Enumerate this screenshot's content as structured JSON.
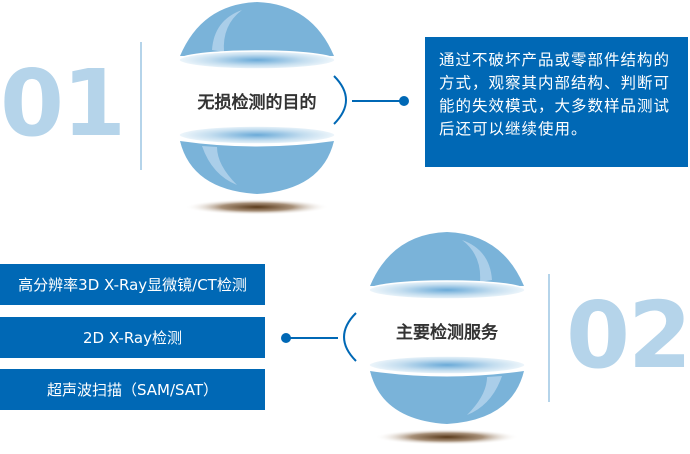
{
  "section1": {
    "number": "01",
    "title": "无损检测的目的",
    "description": "通过不破坏产品或零部件结构的方式，观察其内部结构、判断可能的失效模式，大多数样品测试后还可以继续使用。"
  },
  "section2": {
    "number": "02",
    "title": "主要检测服务",
    "services": [
      {
        "label": "高分辨率3D X-Ray显微镜/CT检测"
      },
      {
        "label": "2D X-Ray检测"
      },
      {
        "label": "超声波扫描（SAM/SAT）"
      }
    ]
  },
  "colors": {
    "accent": "#0068b5",
    "number": "#b5d4ea",
    "sphere": "#7ab3d9"
  }
}
